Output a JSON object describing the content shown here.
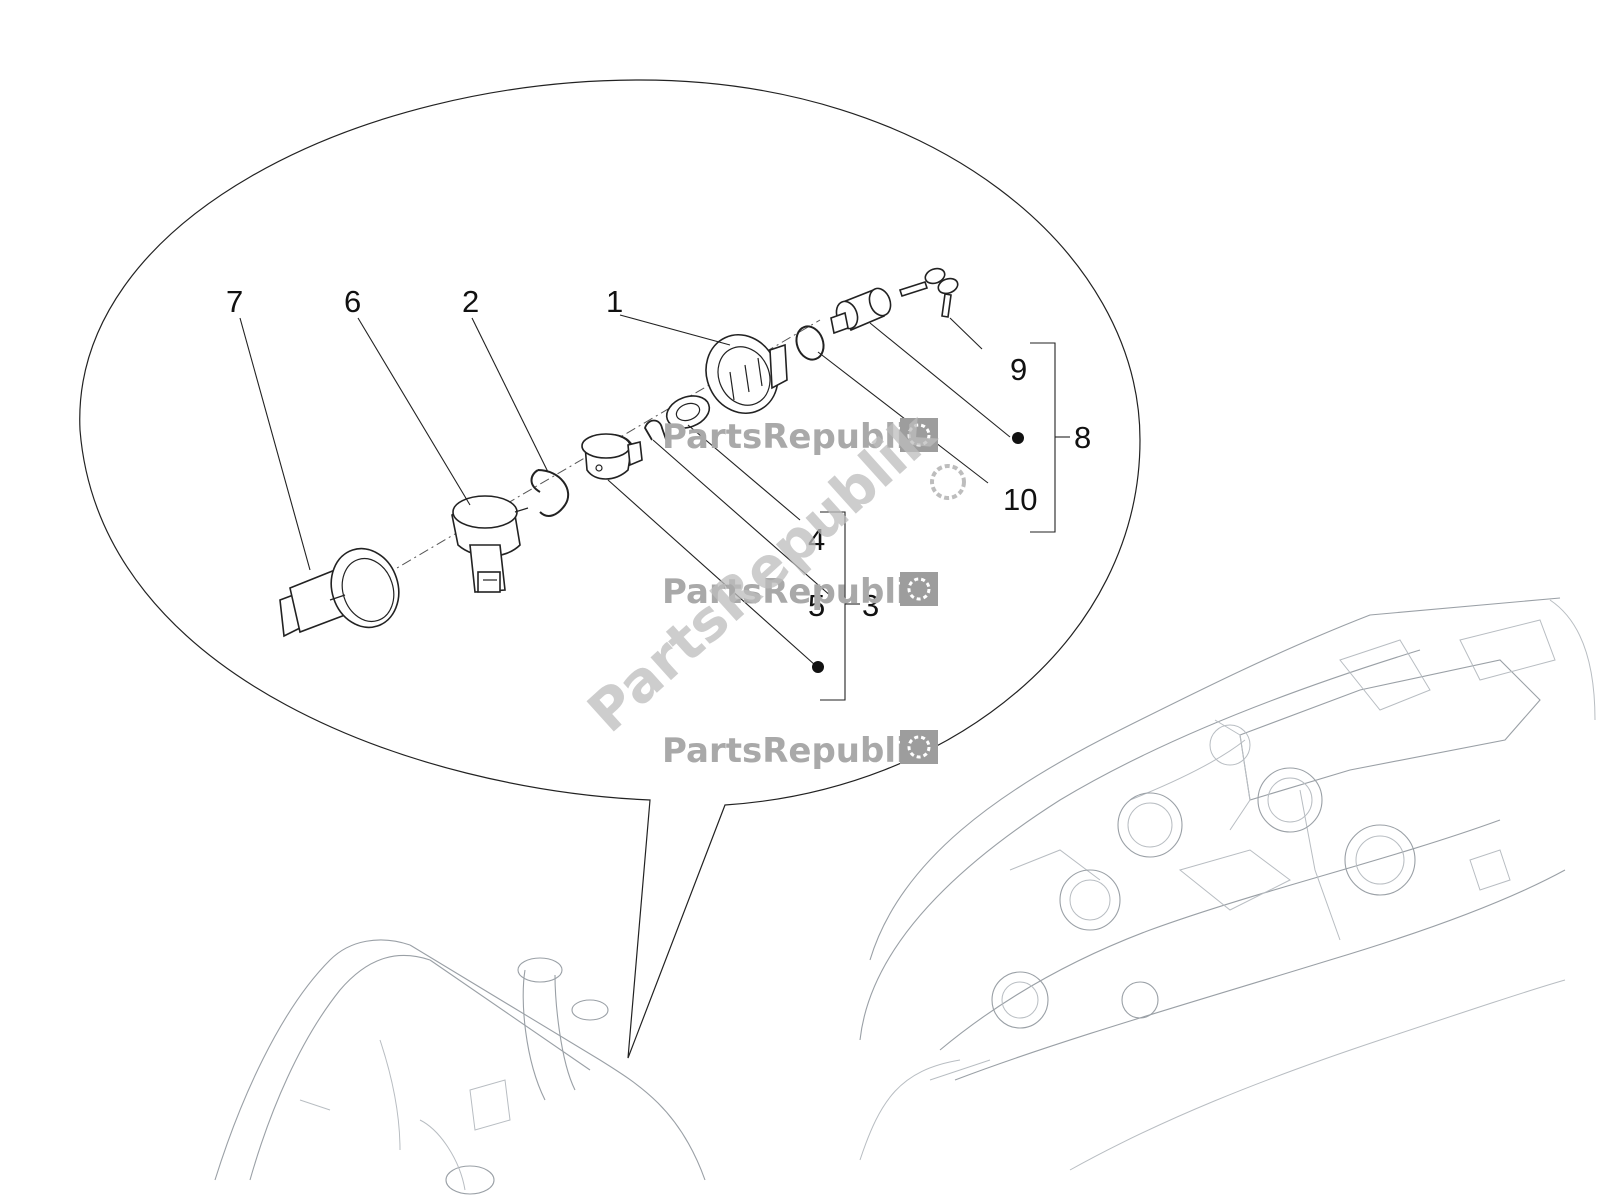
{
  "callouts": {
    "n1": "1",
    "n2": "2",
    "n3": "3",
    "n4": "4",
    "n5": "5",
    "n6": "6",
    "n7": "7",
    "n8": "8",
    "n9": "9",
    "n10": "10"
  },
  "watermark": {
    "brand": "PartsRepublik",
    "icon": "gear-icon"
  }
}
